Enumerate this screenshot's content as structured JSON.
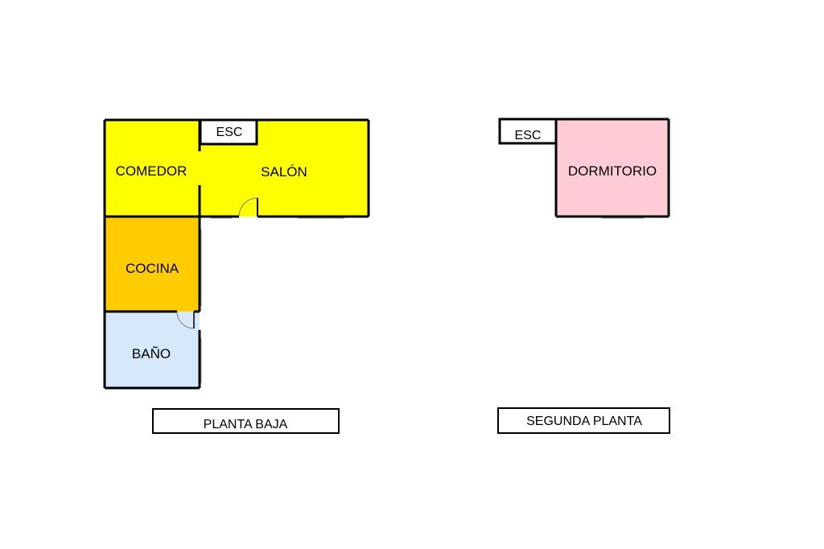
{
  "colors": {
    "comedor": "#ffff00",
    "salon": "#ffff00",
    "cocina": "#ffcc00",
    "bano": "#d6e8fa",
    "dormitorio": "#ffccd5",
    "wall": "#000000",
    "door": "#808080",
    "background": "#ffffff"
  },
  "planta_baja": {
    "label": "PLANTA BAJA",
    "rooms": {
      "comedor": "COMEDOR",
      "salon": "SALÓN",
      "cocina": "COCINA",
      "bano": "BAÑO",
      "escalera": "ESC"
    }
  },
  "segunda_planta": {
    "label": "SEGUNDA PLANTA",
    "rooms": {
      "dormitorio": "DORMITORIO",
      "escalera": "ESC"
    }
  }
}
